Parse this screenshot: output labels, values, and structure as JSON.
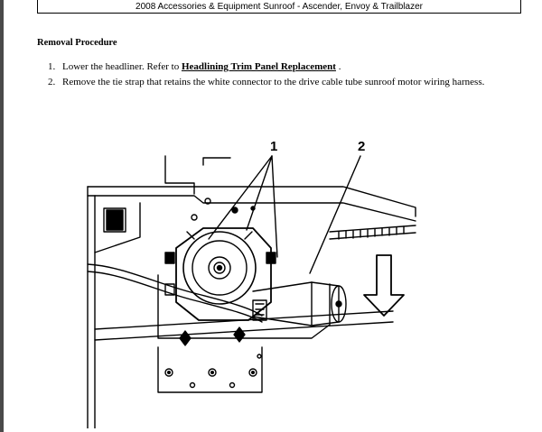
{
  "header": {
    "title": "2008 Accessories & Equipment Sunroof - Ascender, Envoy & Trailblazer"
  },
  "section": {
    "title": "Removal Procedure"
  },
  "steps": [
    {
      "number": "1.",
      "text_before": "Lower the headliner. Refer to ",
      "link_text": "Headlining Trim Panel Replacement",
      "text_after": " ."
    },
    {
      "number": "2.",
      "text": "Remove the tie strap that retains the white connector to the drive cable tube sunroof motor wiring harness."
    }
  ],
  "figure": {
    "callouts": [
      "1",
      "2"
    ]
  }
}
